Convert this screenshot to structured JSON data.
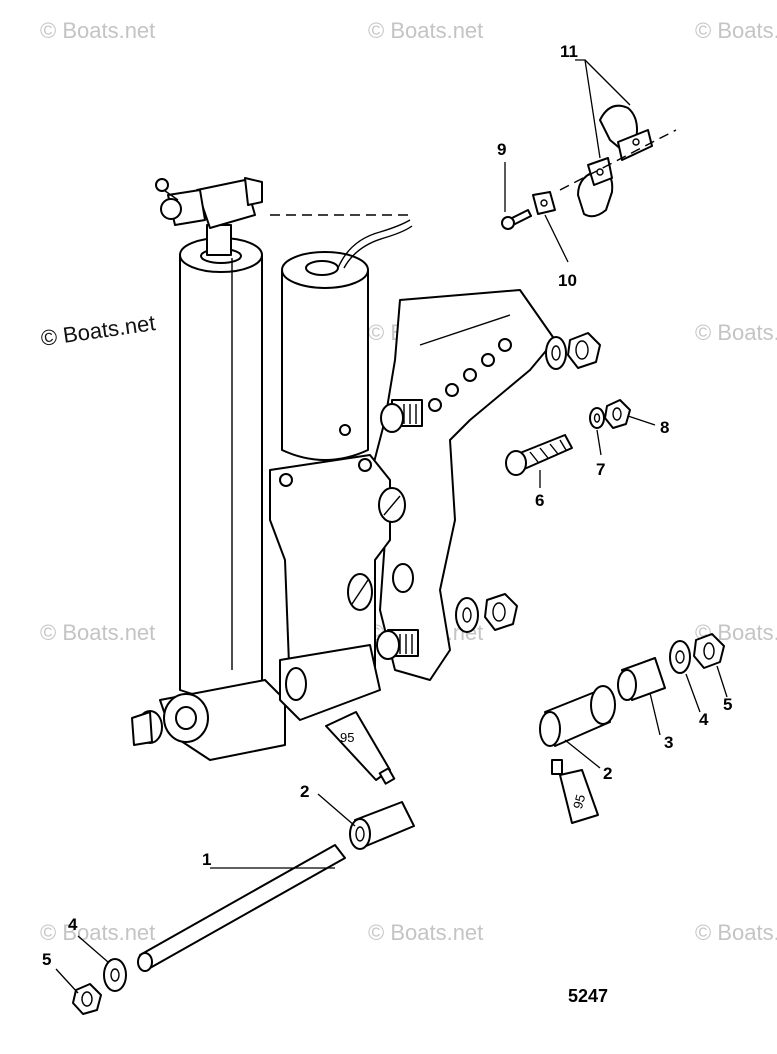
{
  "watermarks": {
    "main": "© Boats.net",
    "faint": "© Boats.net"
  },
  "figure_number": "5247",
  "lube_tube_label": "95",
  "callouts": {
    "c1": "1",
    "c2a": "2",
    "c2b": "2",
    "c3": "3",
    "c4a": "4",
    "c4b": "4",
    "c5a": "5",
    "c5b": "5",
    "c6": "6",
    "c7": "7",
    "c8": "8",
    "c9": "9",
    "c10": "10",
    "c11": "11"
  }
}
